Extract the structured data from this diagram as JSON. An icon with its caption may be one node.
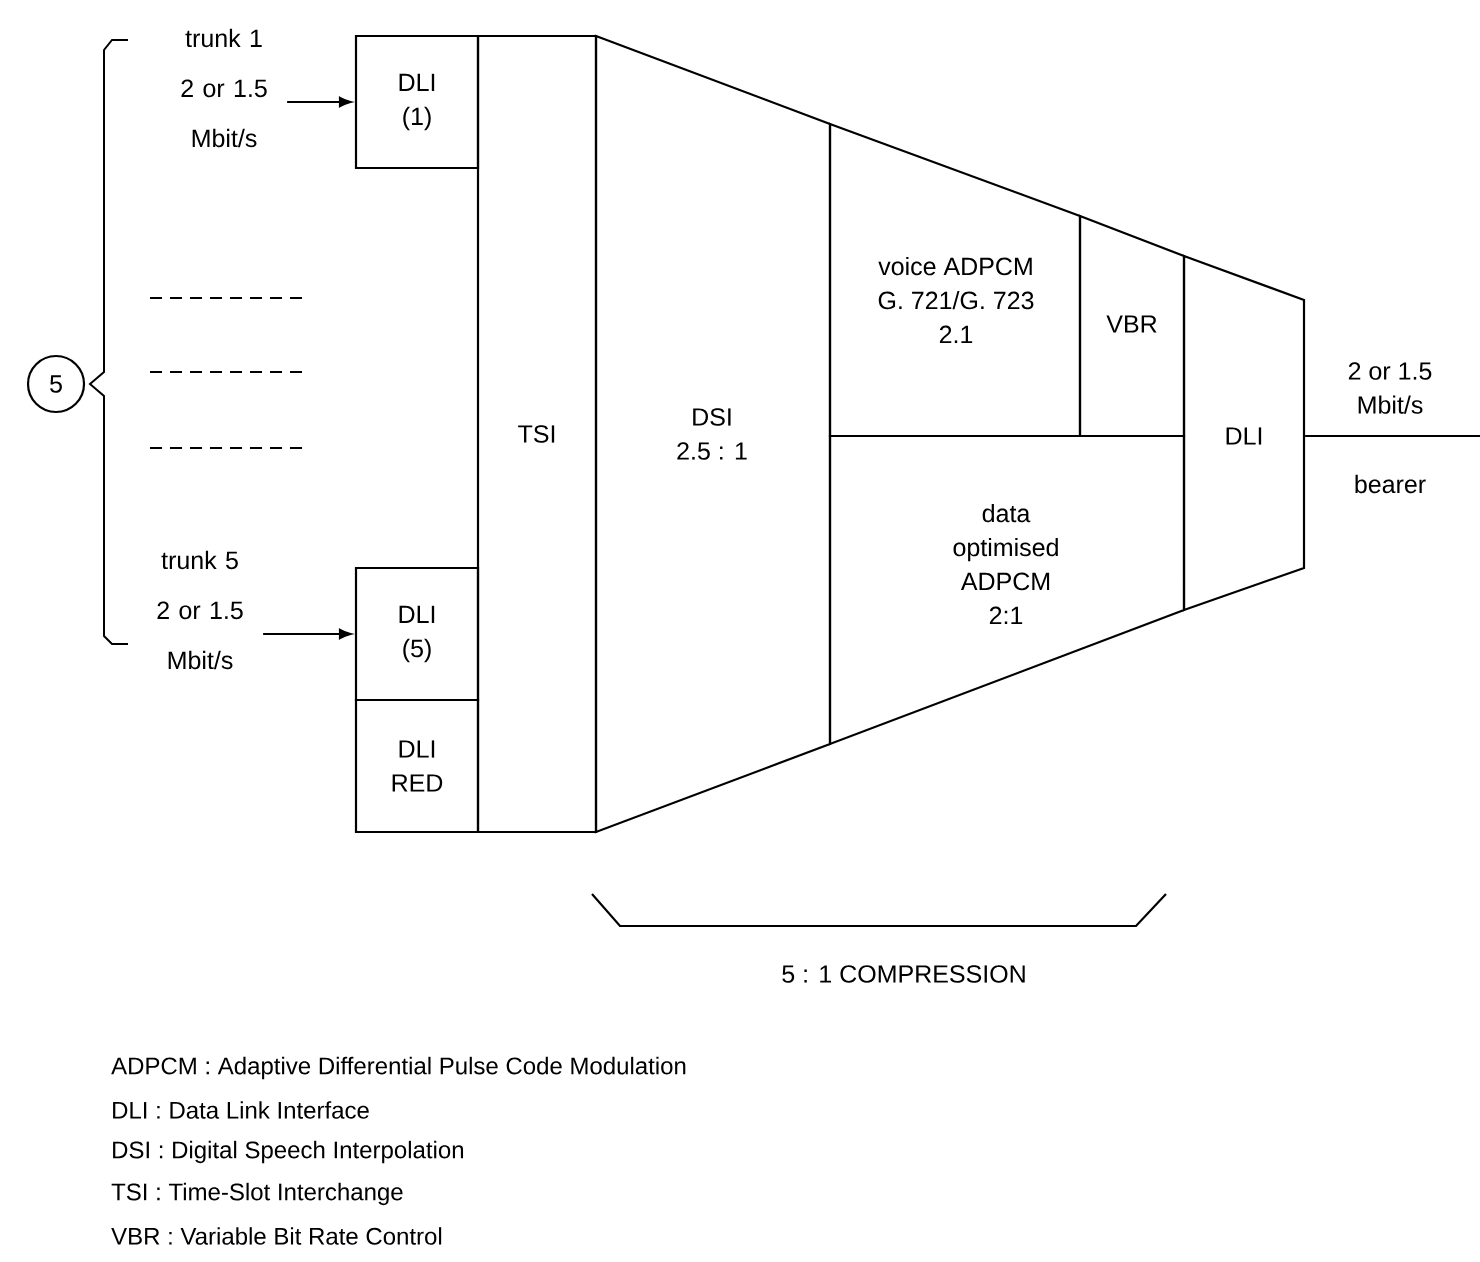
{
  "diagram": {
    "nodes": [
      {
        "text": [
          "trunk 1",
          "2 or 1.5 Mbit/s"
        ]
      },
      {
        "text": [
          "DLI (1)"
        ]
      },
      {
        "text": [
          "5"
        ]
      },
      {
        "text": [
          "trunk 5",
          "2 or 1.5 Mbit/s"
        ]
      },
      {
        "text": [
          "DLI (5)"
        ]
      },
      {
        "text": [
          "DLI RED"
        ]
      },
      {
        "text": [
          "TSI"
        ]
      },
      {
        "text": [
          "DSI 2.5 : 1"
        ]
      },
      {
        "text": [
          "voice ADPCM G. 721/G. 723 2.1"
        ]
      },
      {
        "text": [
          "VBR"
        ]
      },
      {
        "text": [
          "data optimised ADPCM 2:1"
        ]
      },
      {
        "text": [
          "DLI"
        ]
      }
    ],
    "edges": [
      {
        "from": 0,
        "to": 1,
        "arrow": "to"
      },
      {
        "from": 3,
        "to": 4,
        "arrow": "to"
      },
      {
        "from": 11,
        "to": null,
        "arrow": "none",
        "label": "2 or 1.5 Mbit/s"
      }
    ],
    "labels": [
      "bearer",
      "5 : 1 COMPRESSION",
      "ADPCM : Adaptive Differential Pulse Code Modulation",
      "DLI : Data Link Interface",
      "DSI : Digital Speech Interpolation",
      "TSI : Time-Slot Interchange",
      "VBR : Variable Bit Rate Control"
    ]
  }
}
